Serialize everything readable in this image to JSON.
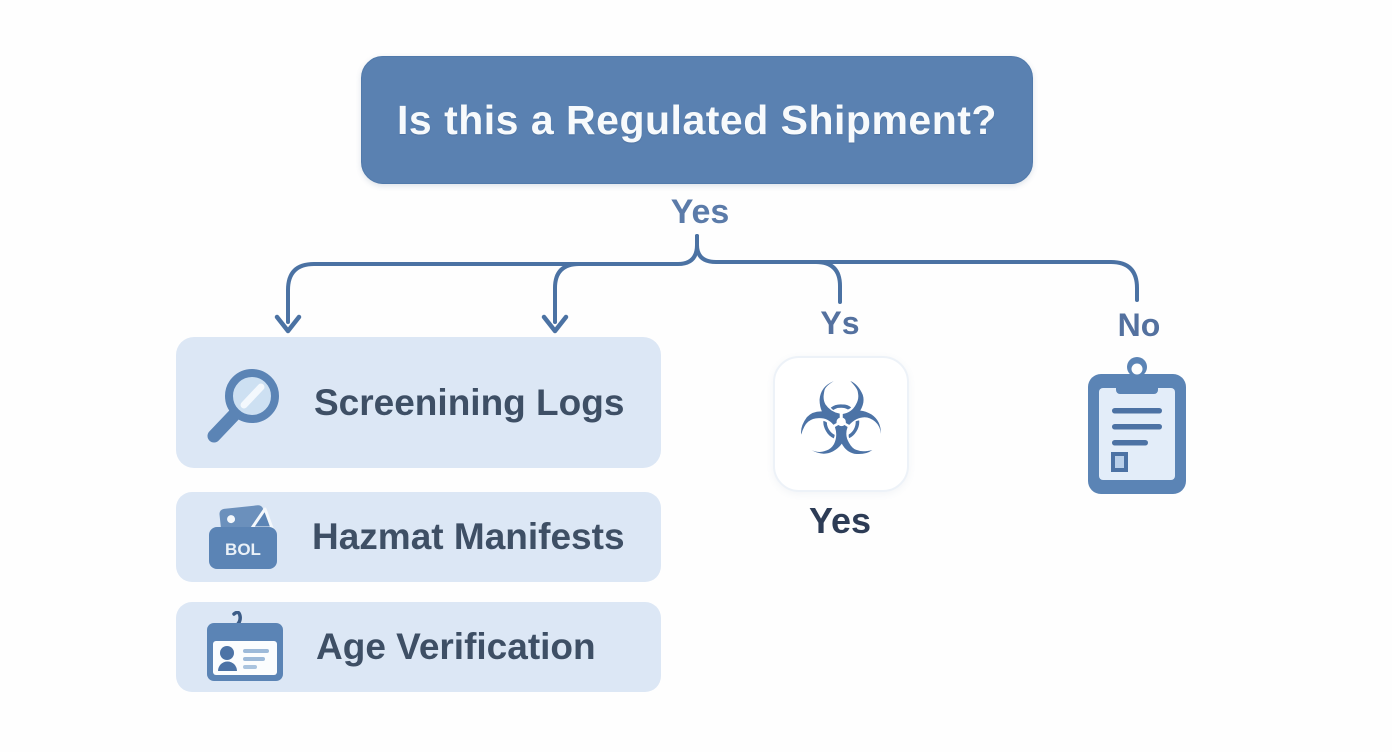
{
  "diagram_title": "Regulated Shipment decision flowchart",
  "decision": {
    "label": "Is this a Regulated Shipment?",
    "bg_color": "#5a81b1",
    "text_color": "#f7fafc"
  },
  "branches": {
    "root_label": "Yes",
    "hazmat_label": "Ys",
    "no_label": "No",
    "line_color": "#4b72a3"
  },
  "documents": [
    {
      "label": "Screenining Logs",
      "icon": "magnifier-check-icon"
    },
    {
      "label": "Hazmat Manifests",
      "icon": "bol-folder-icon",
      "icon_label": "BOL"
    },
    {
      "label": "Age Verification",
      "icon": "id-card-icon"
    }
  ],
  "hazmat_result": {
    "icon": "biohazard-icon",
    "icon_glyph": "☣",
    "caption": "Yes"
  },
  "no_result": {
    "icon": "clipboard-icon"
  },
  "colors": {
    "node_bg": "#5a81b1",
    "node_text": "#f7fafc",
    "doc_box_bg": "#dce7f5",
    "doc_text": "#3e4f65",
    "connector": "#4b72a3",
    "branch_label": "#54719f",
    "caption_dark": "#2d3c56",
    "icon_blue": "#5b84b5",
    "icon_dark_blue": "#4c73a6",
    "background": "#ffffff"
  }
}
